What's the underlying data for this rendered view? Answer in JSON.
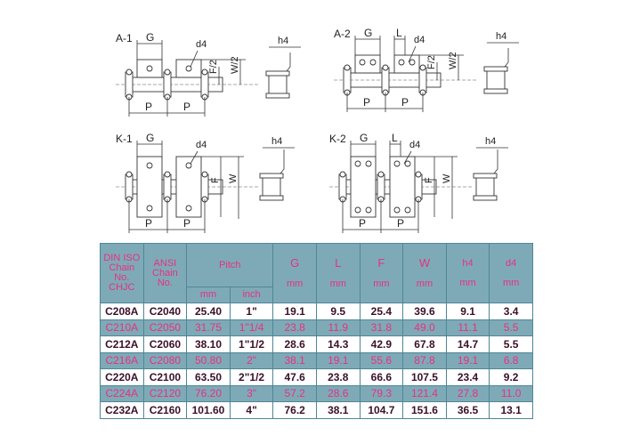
{
  "diagrams": [
    {
      "name": "A-1",
      "labels": {
        "g": "G",
        "d": "d4",
        "h": "h4",
        "f": "F/2",
        "w": "W/2",
        "p1": "P",
        "p2": "P"
      }
    },
    {
      "name": "A-2",
      "labels": {
        "g": "G",
        "l": "L",
        "d": "d4",
        "h": "h4",
        "f": "F/2",
        "w": "W/2",
        "p1": "P",
        "p2": "P"
      }
    },
    {
      "name": "K-1",
      "labels": {
        "g": "G",
        "d": "d4",
        "h": "h4",
        "f": "F",
        "w": "W",
        "p1": "P",
        "p2": "P"
      }
    },
    {
      "name": "K-2",
      "labels": {
        "g": "G",
        "l": "L",
        "d": "d4",
        "h": "h4",
        "f": "F",
        "w": "W",
        "p1": "P",
        "p2": "P"
      }
    }
  ],
  "table": {
    "headers": {
      "din": [
        "DIN ISO",
        "Chain",
        "No.",
        "CHJC"
      ],
      "ansi": [
        "ANSI",
        "Chain",
        "No."
      ],
      "pitch": "Pitch",
      "pitch_mm": "mm",
      "pitch_inch": "inch",
      "cols": [
        {
          "name": "G",
          "unit": "mm"
        },
        {
          "name": "L",
          "unit": "mm"
        },
        {
          "name": "F",
          "unit": "mm"
        },
        {
          "name": "W",
          "unit": "mm"
        },
        {
          "name": "h4",
          "unit": "mm"
        },
        {
          "name": "d4",
          "unit": "mm"
        }
      ]
    },
    "rows": [
      [
        "C208A",
        "C2040",
        "25.40",
        "1\"",
        "19.1",
        "9.5",
        "25.4",
        "39.6",
        "9.1",
        "3.4"
      ],
      [
        "C210A",
        "C2050",
        "31.75",
        "1\"1/4",
        "23.8",
        "11.9",
        "31.8",
        "49.0",
        "11.1",
        "5.5"
      ],
      [
        "C212A",
        "C2060",
        "38.10",
        "1\"1/2",
        "28.6",
        "14.3",
        "42.9",
        "67.8",
        "14.7",
        "5.5"
      ],
      [
        "C216A",
        "C2080",
        "50.80",
        "2\"",
        "38.1",
        "19.1",
        "55.6",
        "87.8",
        "19.1",
        "6.8"
      ],
      [
        "C220A",
        "C2100",
        "63.50",
        "2\"1/2",
        "47.6",
        "23.8",
        "66.6",
        "107.5",
        "23.4",
        "9.2"
      ],
      [
        "C224A",
        "C2120",
        "76.20",
        "3\"",
        "57.2",
        "28.6",
        "79.3",
        "121.4",
        "27.8",
        "11.0"
      ],
      [
        "C232A",
        "C2160",
        "101.60",
        "4\"",
        "76.2",
        "38.1",
        "104.7",
        "151.6",
        "36.5",
        "13.1"
      ]
    ]
  }
}
